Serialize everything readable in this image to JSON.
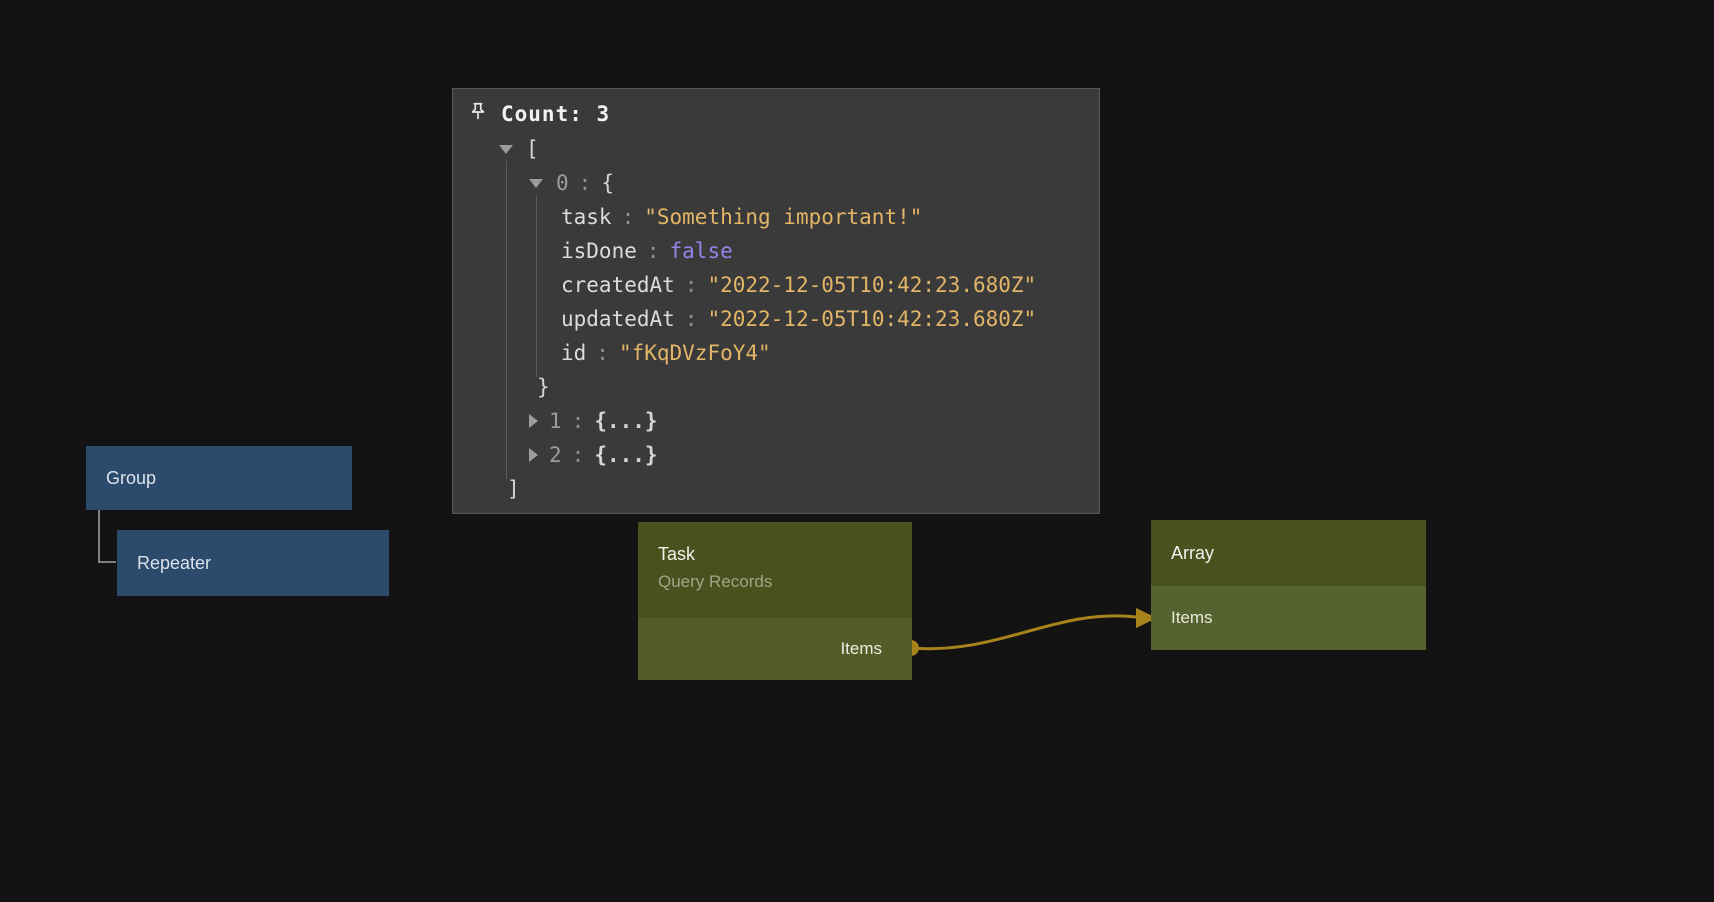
{
  "colors": {
    "background": "#131313",
    "panel_bg": "#3a3a3a",
    "panel_border": "#575757",
    "blue_node": "#2c4a6b",
    "olive_header": "#49521f",
    "olive_body": "#535d29",
    "olive_row": "#576231",
    "edge_gold": "#a8831c",
    "link_gray": "#808080",
    "string_text": "#e3b567",
    "keyword_text": "#9484ea",
    "muted_text": "#9c9c9c"
  },
  "inspector": {
    "title": "Count: 3",
    "root_open": "[",
    "root_close": "]",
    "item0": {
      "index": "0",
      "separator": ":",
      "open_brace": "{",
      "close_brace": "}"
    },
    "fields": [
      {
        "key": "task",
        "separator": ":",
        "value": "\"Something important!\"",
        "kind": "string"
      },
      {
        "key": "isDone",
        "separator": ":",
        "value": "false",
        "kind": "keyword"
      },
      {
        "key": "createdAt",
        "separator": ":",
        "value": "\"2022-12-05T10:42:23.680Z\"",
        "kind": "string"
      },
      {
        "key": "updatedAt",
        "separator": ":",
        "value": "\"2022-12-05T10:42:23.680Z\"",
        "kind": "string"
      },
      {
        "key": "id",
        "separator": ":",
        "value": "\"fKqDVzFoY4\"",
        "kind": "string"
      }
    ],
    "item1": {
      "index": "1",
      "separator": ":",
      "value": "{...}"
    },
    "item2": {
      "index": "2",
      "separator": ":",
      "value": "{...}"
    }
  },
  "nodes": {
    "group": {
      "label": "Group"
    },
    "repeater": {
      "label": "Repeater"
    },
    "task": {
      "title": "Task",
      "subtitle": "Query Records",
      "output_port": "Items"
    },
    "array": {
      "title": "Array",
      "input_row": "Items"
    }
  }
}
